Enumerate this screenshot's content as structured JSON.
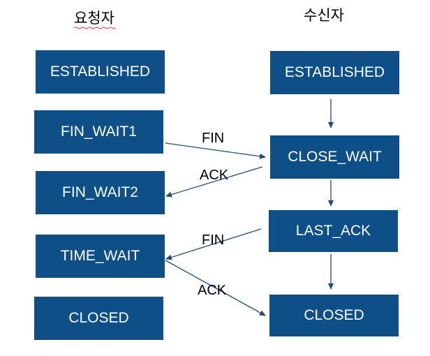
{
  "columns": {
    "requester_title": "요청자",
    "receiver_title": "수신자"
  },
  "requester_states": [
    {
      "label": "ESTABLISHED"
    },
    {
      "label": "FIN_WAIT1"
    },
    {
      "label": "FIN_WAIT2"
    },
    {
      "label": "TIME_WAIT"
    },
    {
      "label": "CLOSED"
    }
  ],
  "receiver_states": [
    {
      "label": "ESTABLISHED"
    },
    {
      "label": "CLOSE_WAIT"
    },
    {
      "label": "LAST_ACK"
    },
    {
      "label": "CLOSED"
    }
  ],
  "messages": [
    {
      "label": "FIN",
      "from": "requester.FIN_WAIT1",
      "to": "receiver.CLOSE_WAIT"
    },
    {
      "label": "ACK",
      "from": "receiver.CLOSE_WAIT",
      "to": "requester.FIN_WAIT2"
    },
    {
      "label": "FIN",
      "from": "receiver.LAST_ACK",
      "to": "requester.TIME_WAIT"
    },
    {
      "label": "ACK",
      "from": "requester.TIME_WAIT",
      "to": "receiver.CLOSED"
    }
  ],
  "colors": {
    "state_fill": "#0d4f86",
    "state_text": "#ffffff",
    "arrow_stroke": "#1f4e79",
    "squiggle": "#e8302a"
  }
}
